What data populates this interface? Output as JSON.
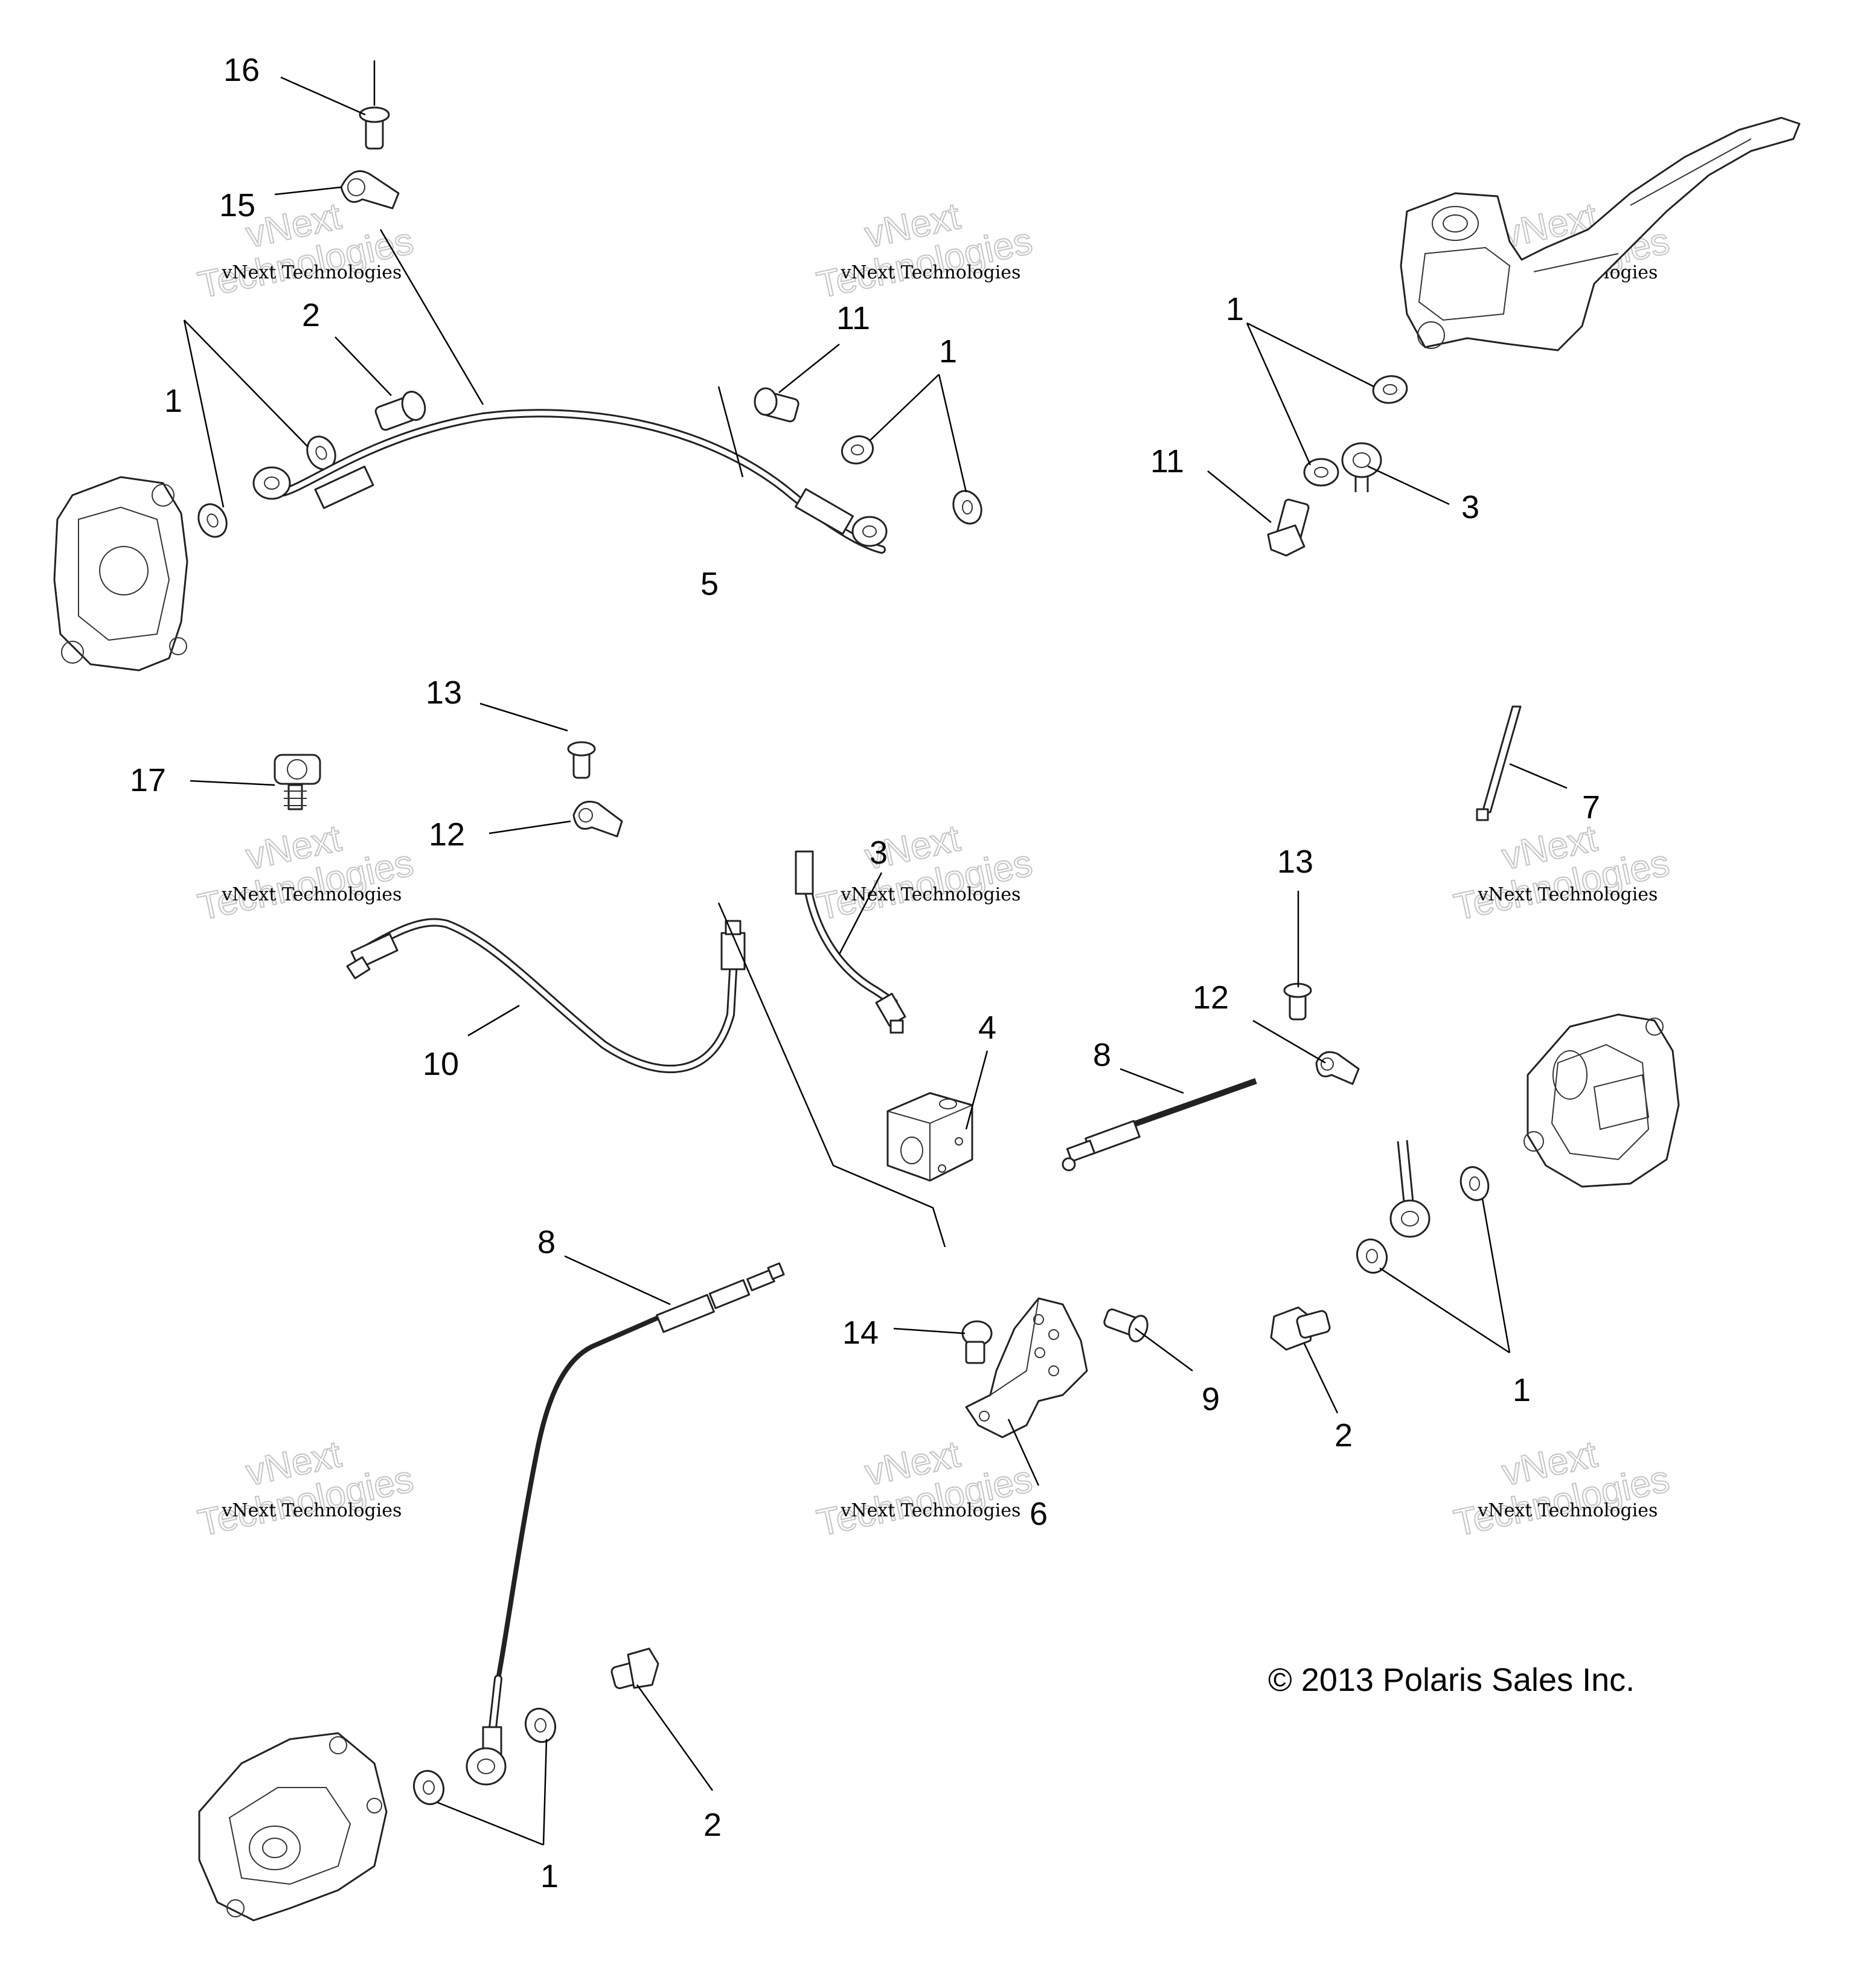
{
  "callouts": [
    {
      "id": "c16",
      "text": "16"
    },
    {
      "id": "c15",
      "text": "15"
    },
    {
      "id": "c2a",
      "text": "2"
    },
    {
      "id": "c1a",
      "text": "1"
    },
    {
      "id": "c11a",
      "text": "11"
    },
    {
      "id": "c1b",
      "text": "1"
    },
    {
      "id": "c5",
      "text": "5"
    },
    {
      "id": "c1c",
      "text": "1"
    },
    {
      "id": "c11b",
      "text": "11"
    },
    {
      "id": "c3a",
      "text": "3"
    },
    {
      "id": "c13a",
      "text": "13"
    },
    {
      "id": "c17",
      "text": "17"
    },
    {
      "id": "c12a",
      "text": "12"
    },
    {
      "id": "c3b",
      "text": "3"
    },
    {
      "id": "c10",
      "text": "10"
    },
    {
      "id": "c4",
      "text": "4"
    },
    {
      "id": "c7",
      "text": "7"
    },
    {
      "id": "c13b",
      "text": "13"
    },
    {
      "id": "c12b",
      "text": "12"
    },
    {
      "id": "c8a",
      "text": "8"
    },
    {
      "id": "c8b",
      "text": "8"
    },
    {
      "id": "c14",
      "text": "14"
    },
    {
      "id": "c9",
      "text": "9"
    },
    {
      "id": "c2b",
      "text": "2"
    },
    {
      "id": "c1d",
      "text": "1"
    },
    {
      "id": "c6",
      "text": "6"
    },
    {
      "id": "c2c",
      "text": "2"
    },
    {
      "id": "c1e",
      "text": "1"
    }
  ],
  "watermark": {
    "line_small": "vNext Technologies",
    "line_big_top": "vNext",
    "line_big_bottom": "Technologies"
  },
  "copyright": "© 2013 Polaris Sales Inc."
}
